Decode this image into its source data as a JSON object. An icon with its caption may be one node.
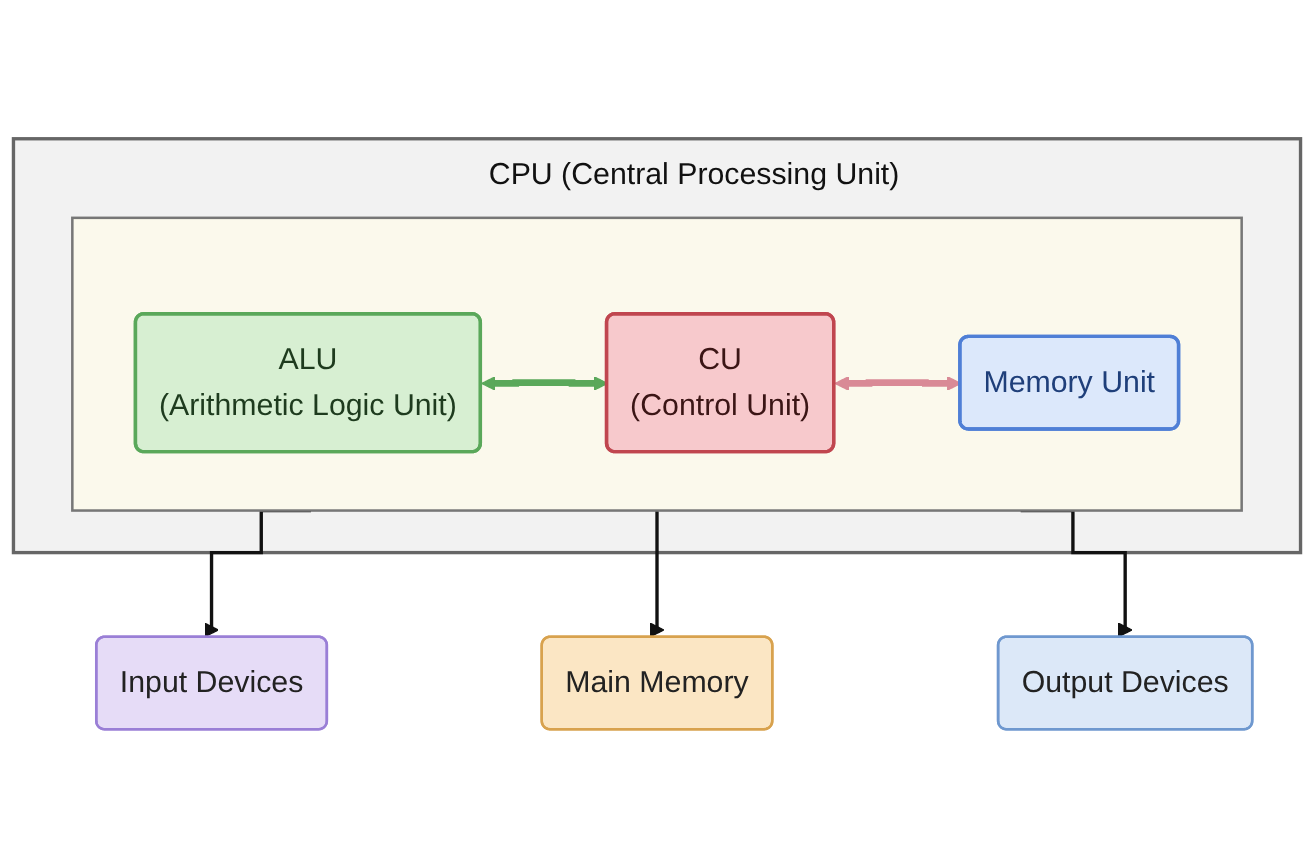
{
  "diagram": {
    "nodes": [
      {
        "text": [
          "CPU (Central Processing Unit)"
        ]
      },
      {
        "text": [],
        "shape": "box",
        "in": 0
      },
      {
        "text": [
          "ALU",
          "(Arithmetic Logic Unit)"
        ],
        "in": 1
      },
      {
        "text": [
          "CU",
          "(Control Unit)"
        ],
        "in": 1
      },
      {
        "text": [
          "Memory Unit"
        ],
        "in": 1
      },
      {
        "text": [
          "Input Devices"
        ]
      },
      {
        "text": [
          "Main Memory"
        ]
      },
      {
        "text": [
          "Output Devices"
        ]
      }
    ],
    "edges": [
      {
        "from": 2,
        "to": 3,
        "arrow": "both",
        "style": "thick",
        "color": "#5aa85a"
      },
      {
        "from": 3,
        "to": 4,
        "arrow": "both",
        "style": "thick",
        "color": "#d98a96"
      },
      {
        "from": 1,
        "to": 5,
        "arrow": "to"
      },
      {
        "from": 1,
        "to": 6,
        "arrow": "to"
      },
      {
        "from": 1,
        "to": 7,
        "arrow": "to"
      }
    ]
  }
}
